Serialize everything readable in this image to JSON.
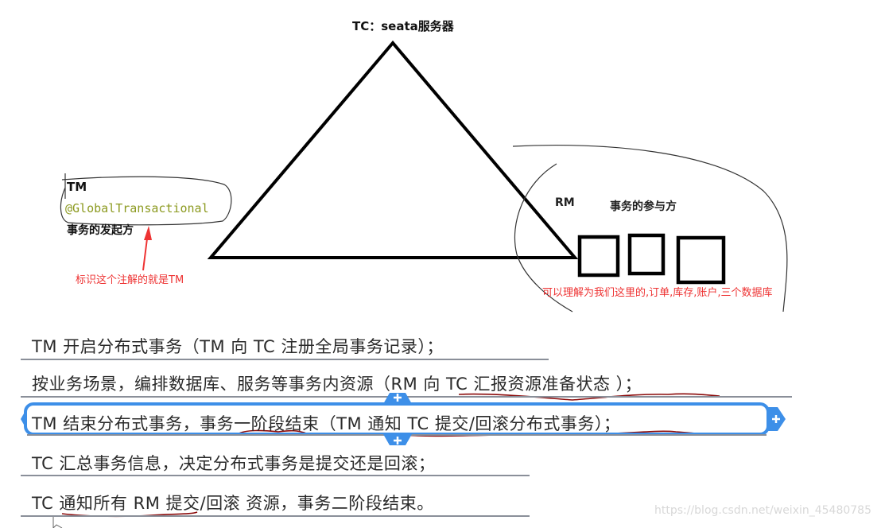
{
  "diagram": {
    "tc": {
      "title": "TC：seata服务器"
    },
    "tm": {
      "label": "TM",
      "annotation": "@GlobalTransactional",
      "role": "事务的发起方",
      "note": "标识这个注解的就是TM"
    },
    "rm": {
      "label": "RM",
      "role": "事务的参与方",
      "note": "可以理解为我们这里的,订单,库存,账户,三个数据库",
      "resource_count": 3
    },
    "colors": {
      "stroke": "#000000",
      "note_red": "#ee3333",
      "annotation_olive": "#8c9a20",
      "selection_blue": "#3d8fe8",
      "underline_red": "#8b0a0a"
    }
  },
  "steps": [
    {
      "text": "TM 开启分布式事务（TM 向 TC 注册全局事务记录）；"
    },
    {
      "text": "按业务场景，编排数据库、服务等事务内资源（RM 向 TC 汇报资源准备状态 ）；"
    },
    {
      "text": "TM 结束分布式事务，事务一阶段结束（TM 通知 TC 提交/回滚分布式事务）；",
      "selected": true
    },
    {
      "text": "TC 汇总事务信息，决定分布式事务是提交还是回滚；"
    },
    {
      "text": "TC 通知所有 RM 提交/回滚 资源，事务二阶段结束。"
    }
  ],
  "selection_handles": [
    "add-top",
    "add-bottom",
    "add-right"
  ],
  "watermark": "https://blog.csdn.net/weixin_45480785"
}
